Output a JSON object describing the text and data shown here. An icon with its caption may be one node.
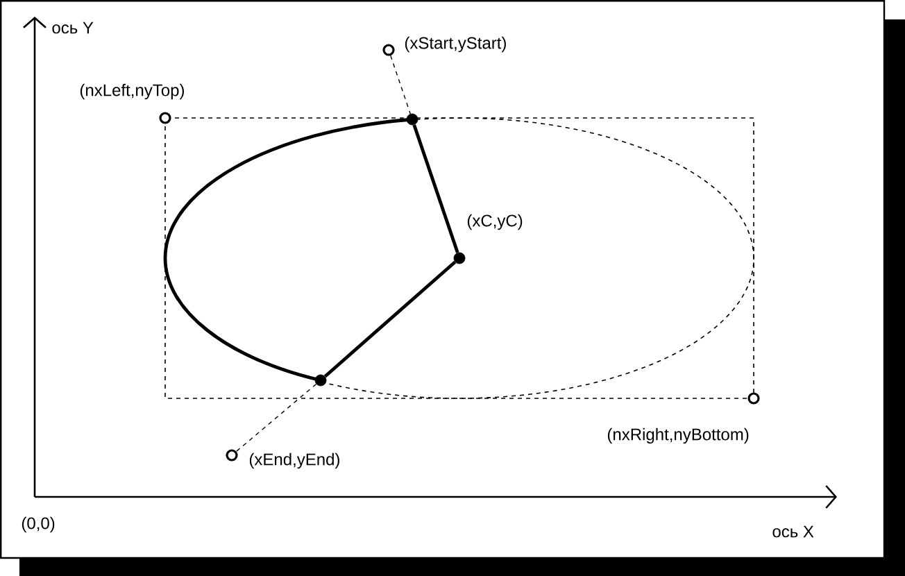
{
  "diagram": {
    "nodes": [
      {
        "text": [],
        "shape": "circle",
        "beside": [
          "(xStart,yStart)"
        ]
      },
      {
        "text": [],
        "shape": "circle",
        "beside": [
          "(nxLeft,nyTop)"
        ]
      },
      {
        "text": [],
        "shape": "circle"
      },
      {
        "text": [],
        "shape": "circle",
        "beside": [
          "(xC,yC)"
        ]
      },
      {
        "text": [],
        "shape": "circle"
      },
      {
        "text": [],
        "shape": "circle",
        "beside": [
          "(xEnd,yEnd)"
        ]
      },
      {
        "text": [],
        "shape": "circle",
        "beside": [
          "(nxRight,nyBottom)"
        ]
      }
    ],
    "edges": [
      {
        "from": 0,
        "to": 2,
        "arrow": "none",
        "style": "dashed"
      },
      {
        "from": 2,
        "to": 3,
        "arrow": "none"
      },
      {
        "from": 3,
        "to": 4,
        "arrow": "none"
      },
      {
        "from": 4,
        "to": 5,
        "arrow": "none",
        "style": "dashed"
      },
      {
        "from": 2,
        "to": 4,
        "arrow": "none"
      }
    ],
    "labels": [
      "ось Y",
      "(0,0)",
      "ось X"
    ]
  }
}
